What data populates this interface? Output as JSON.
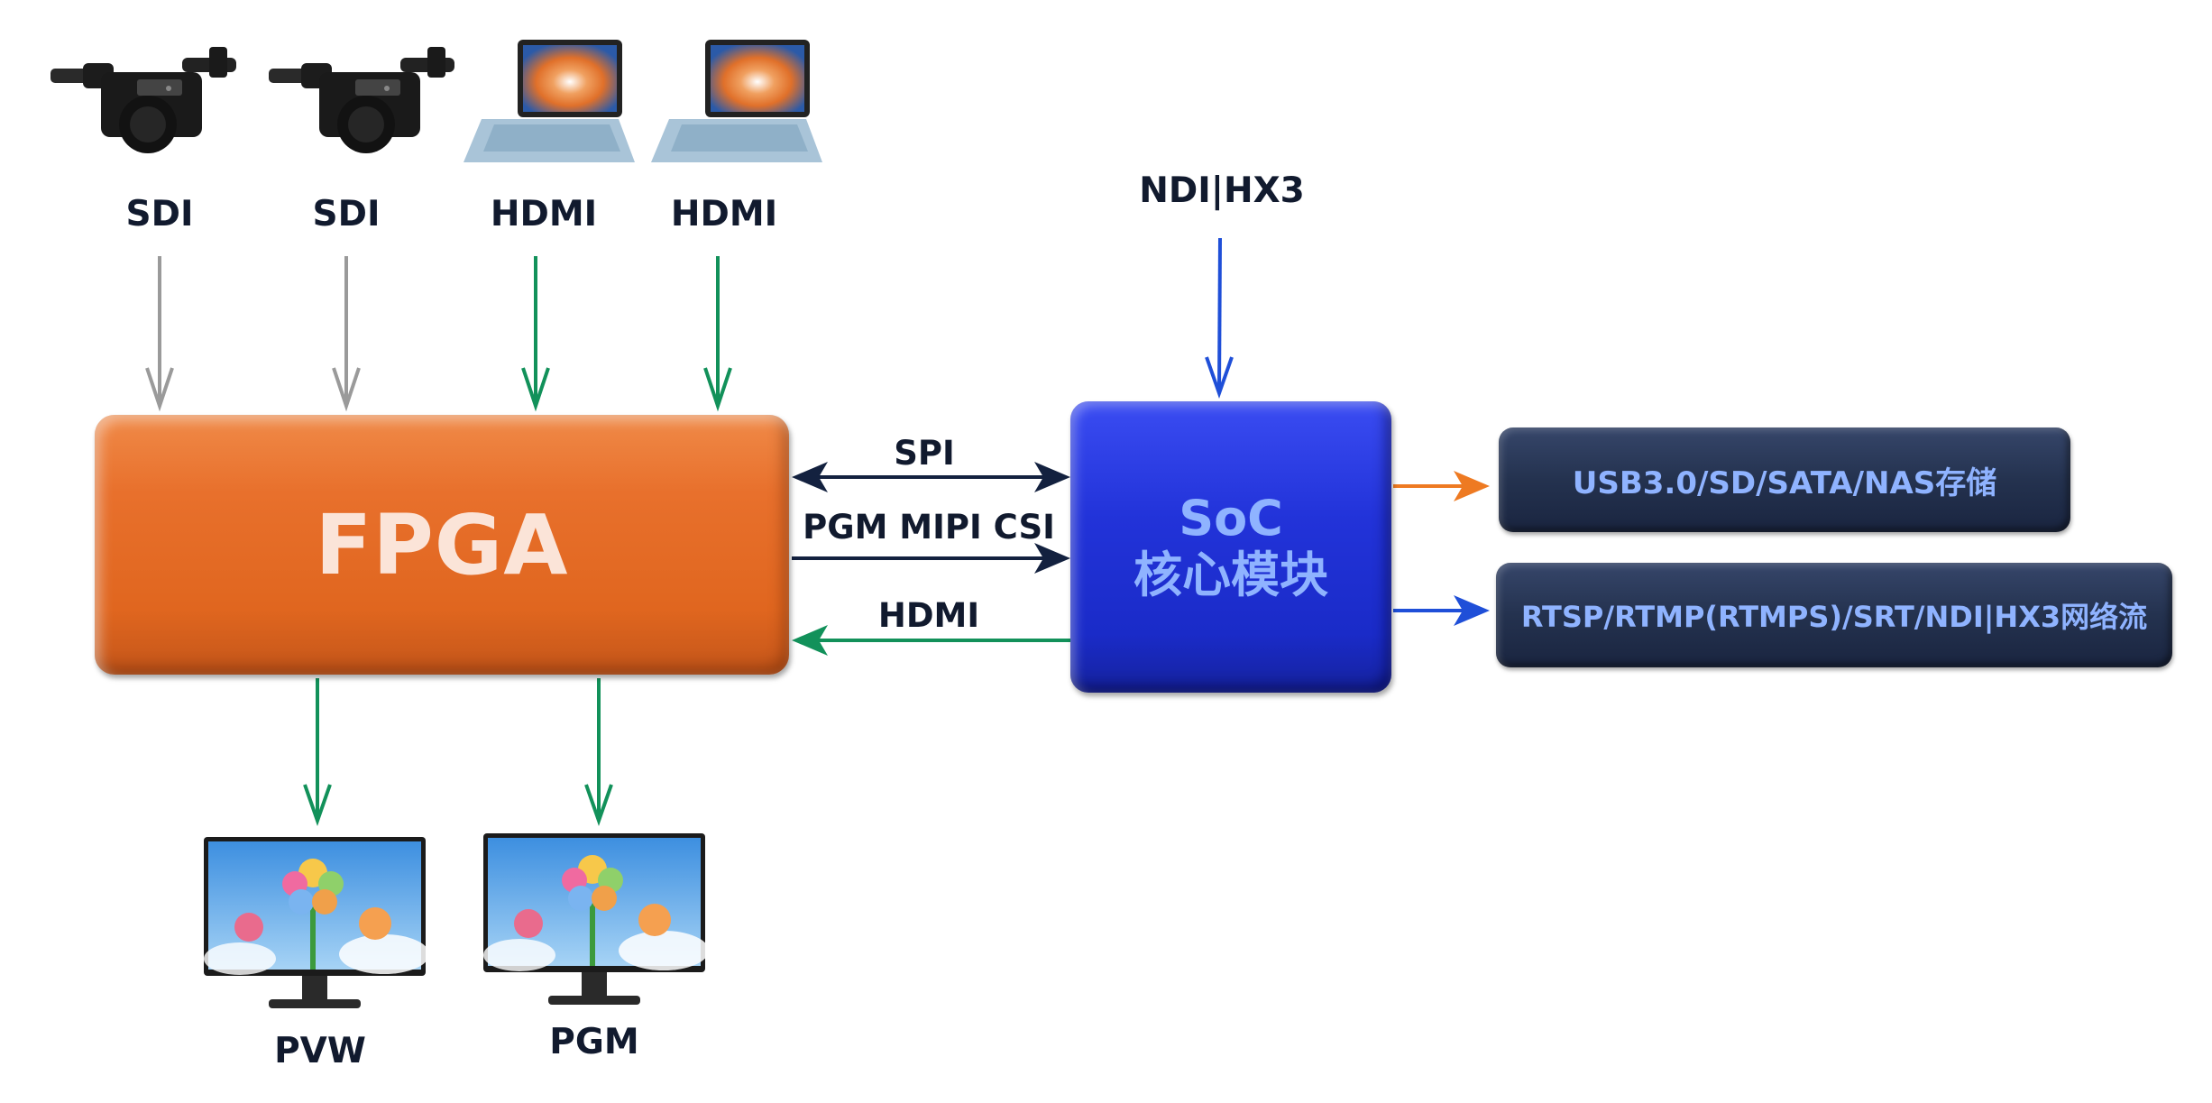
{
  "inputs": [
    {
      "label": "SDI",
      "device": "camcorder-icon"
    },
    {
      "label": "SDI",
      "device": "camcorder-icon"
    },
    {
      "label": "HDMI",
      "device": "laptop-icon"
    },
    {
      "label": "HDMI",
      "device": "laptop-icon"
    }
  ],
  "ndi_input_label": "NDI|HX3",
  "fpga": {
    "label": "FPGA"
  },
  "soc": {
    "line1": "SoC",
    "line2": "核心模块"
  },
  "links": {
    "spi": "SPI",
    "pgm_mipi": "PGM MIPI CSI",
    "hdmi_return": "HDMI"
  },
  "outputs": {
    "storage": "USB3.0/SD/SATA/NAS存储",
    "streams": "RTSP/RTMP(RTMPS)/SRT/NDI|HX3网络流"
  },
  "monitors": [
    {
      "label": "PVW",
      "device": "monitor-icon"
    },
    {
      "label": "PGM",
      "device": "monitor-icon"
    }
  ],
  "colors": {
    "sdi_arrow": "#9a9a9a",
    "hdmi_arrow": "#12915a",
    "bus_arrow": "#13213f",
    "ndi_arrow": "#1f4fd8",
    "storage_arrow": "#ee7a22",
    "stream_arrow": "#1f4fd8",
    "fpga_fill": "#e8702c",
    "soc_fill": "#2233d9",
    "output_fill": "#24324f",
    "output_text": "#8fb3ff"
  }
}
